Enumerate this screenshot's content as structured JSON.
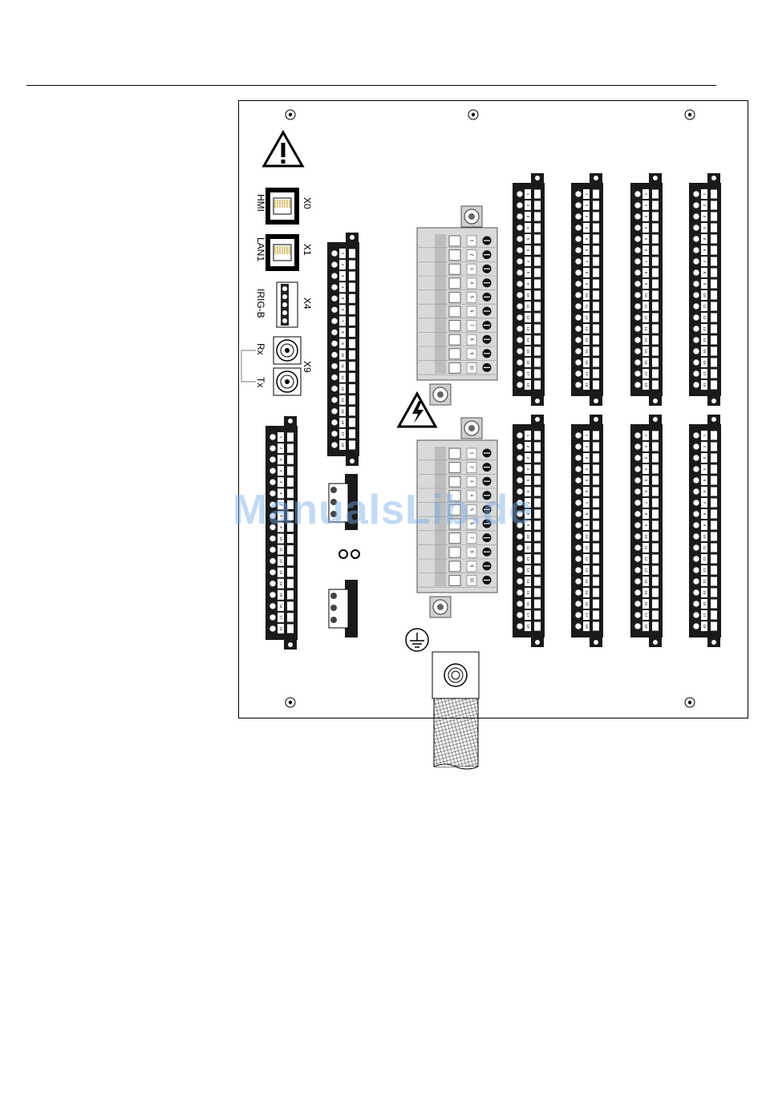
{
  "ports": {
    "hmi": {
      "label": "HMI",
      "id": "X0"
    },
    "lan1": {
      "label": "LAN1",
      "id": "X1"
    },
    "irig": {
      "label": "IRIG-B",
      "id": "X4"
    },
    "fiber": {
      "rx": "Rx",
      "tx": "Tx",
      "id": "X9"
    }
  },
  "watermark": "ManualsLib.de",
  "icons": [
    "warning-icon",
    "high-voltage-icon",
    "protective-earth-icon"
  ],
  "terminal_pins_18": [
    "1",
    "2",
    "3",
    "4",
    "5",
    "6",
    "7",
    "8",
    "9",
    "10",
    "11",
    "12",
    "13",
    "14",
    "15",
    "16",
    "17",
    "18"
  ],
  "terminal_pins_10": [
    "1",
    "2",
    "3",
    "4",
    "5",
    "6",
    "7",
    "8",
    "9",
    "10"
  ]
}
